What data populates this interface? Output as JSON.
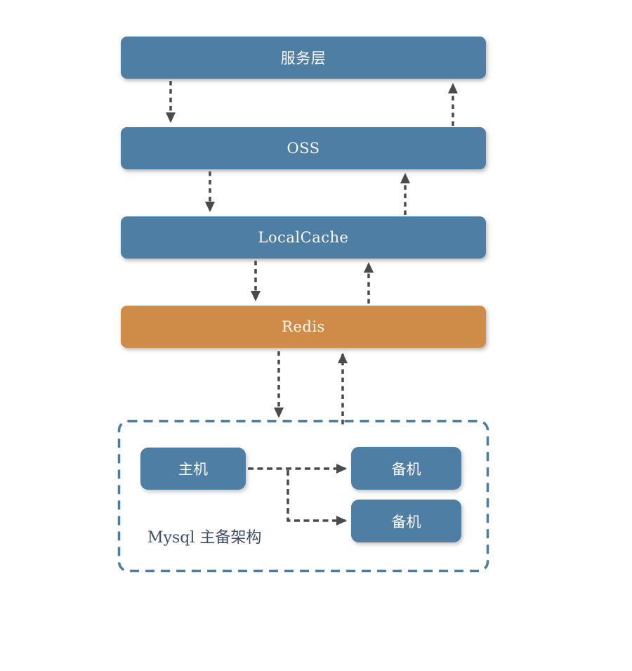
{
  "layers": [
    {
      "id": "service-layer",
      "label": "服务层",
      "color": "#4f7ea4"
    },
    {
      "id": "oss",
      "label": "OSS",
      "color": "#4f7ea4"
    },
    {
      "id": "local-cache",
      "label": "LocalCache",
      "color": "#4f7ea4"
    },
    {
      "id": "redis",
      "label": "Redis",
      "color": "#cf8c49"
    }
  ],
  "mysql_cluster": {
    "caption": "Mysql 主备架构",
    "nodes": [
      {
        "role": "master",
        "label": "主机"
      },
      {
        "role": "backup",
        "label": "备机"
      },
      {
        "role": "backup",
        "label": "备机"
      }
    ],
    "border_color": "#4d7d9d"
  },
  "connections": [
    {
      "from": "服务层",
      "to": "OSS",
      "style": "dashed-arrow-down"
    },
    {
      "from": "OSS",
      "to": "服务层",
      "style": "dashed-arrow-up"
    },
    {
      "from": "OSS",
      "to": "LocalCache",
      "style": "dashed-arrow-down"
    },
    {
      "from": "LocalCache",
      "to": "OSS",
      "style": "dashed-arrow-up"
    },
    {
      "from": "LocalCache",
      "to": "Redis",
      "style": "dashed-arrow-down"
    },
    {
      "from": "Redis",
      "to": "LocalCache",
      "style": "dashed-arrow-up"
    },
    {
      "from": "Redis",
      "to": "Mysql 主备架构",
      "style": "dashed-arrow-down"
    },
    {
      "from": "Mysql 主备架构",
      "to": "Redis",
      "style": "dashed-arrow-up"
    },
    {
      "from": "主机",
      "to": "备机",
      "style": "dashed-arrow-right"
    },
    {
      "from": "主机",
      "to": "备机",
      "style": "dashed-arrow-bent-right"
    }
  ],
  "colors": {
    "layer_blue": "#4f7ea4",
    "redis_orange": "#cf8c49",
    "arrow_gray": "#4a4a4a",
    "cluster_border_blue": "#4d7d9d",
    "caption_text": "#3e4c64",
    "background": "#ffffff"
  }
}
